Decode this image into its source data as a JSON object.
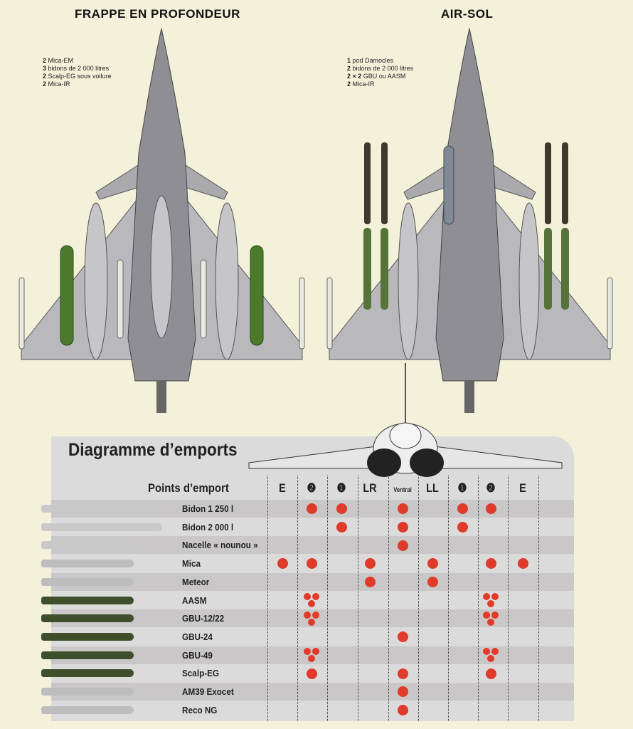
{
  "configs": [
    {
      "title": "FRAPPE EN PROFONDEUR",
      "loadout": [
        {
          "qty": "2",
          "item": "Mica-EM"
        },
        {
          "qty": "3",
          "item": "bidons de 2 000 litres"
        },
        {
          "qty": "2",
          "item": "Scalp-EG sous voilure"
        },
        {
          "qty": "2",
          "item": "Mica-IR"
        }
      ]
    },
    {
      "title": "AIR-SOL",
      "loadout": [
        {
          "qty": "1",
          "item": "pod Damocles"
        },
        {
          "qty": "2",
          "item": "bidons de 2 000 litres"
        },
        {
          "qty": "2 × 2",
          "item": "GBU ou AASM"
        },
        {
          "qty": "2",
          "item": "Mica-IR"
        }
      ]
    }
  ],
  "diagram": {
    "title": "Diagramme d’emports",
    "points_label": "Points d’emport",
    "columns": [
      "E",
      "❷",
      "❶",
      "LR",
      "Ventral",
      "LL",
      "❶",
      "❷",
      "E"
    ],
    "mark_color": "#e03a2a",
    "rows": [
      {
        "label": "Bidon 1 250 l",
        "marks": [
          0,
          1,
          1,
          0,
          1,
          0,
          1,
          1,
          0
        ]
      },
      {
        "label": "Bidon 2 000 l",
        "marks": [
          0,
          0,
          1,
          0,
          1,
          0,
          1,
          0,
          0
        ]
      },
      {
        "label": "Nacelle « nounou »",
        "marks": [
          0,
          0,
          0,
          0,
          1,
          0,
          0,
          0,
          0
        ]
      },
      {
        "label": "Mica",
        "marks": [
          1,
          1,
          0,
          1,
          0,
          1,
          0,
          1,
          1
        ]
      },
      {
        "label": "Meteor",
        "marks": [
          0,
          0,
          0,
          1,
          0,
          1,
          0,
          0,
          0
        ]
      },
      {
        "label": "AASM",
        "marks": [
          0,
          3,
          0,
          0,
          0,
          0,
          0,
          3,
          0
        ]
      },
      {
        "label": "GBU-12/22",
        "marks": [
          0,
          3,
          0,
          0,
          0,
          0,
          0,
          3,
          0
        ]
      },
      {
        "label": "GBU-24",
        "marks": [
          0,
          0,
          0,
          0,
          1,
          0,
          0,
          0,
          0
        ]
      },
      {
        "label": "GBU-49",
        "marks": [
          0,
          3,
          0,
          0,
          0,
          0,
          0,
          3,
          0
        ]
      },
      {
        "label": "Scalp-EG",
        "marks": [
          0,
          1,
          0,
          0,
          1,
          0,
          0,
          1,
          0
        ]
      },
      {
        "label": "AM39 Exocet",
        "marks": [
          0,
          0,
          0,
          0,
          1,
          0,
          0,
          0,
          0
        ]
      },
      {
        "label": "Reco NG",
        "marks": [
          0,
          0,
          0,
          0,
          1,
          0,
          0,
          0,
          0
        ]
      }
    ]
  }
}
